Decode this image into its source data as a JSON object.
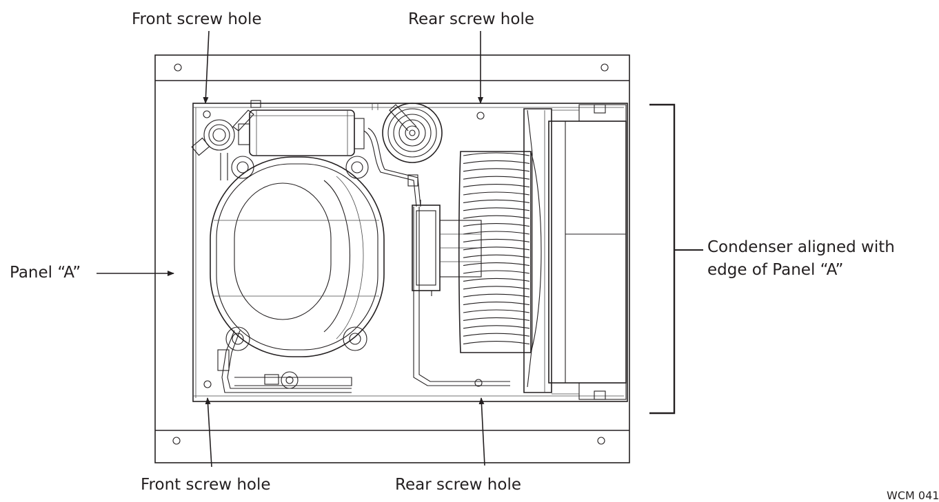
{
  "labels": {
    "front_top": "Front screw hole",
    "rear_top": "Rear screw hole",
    "front_bottom": "Front screw hole",
    "rear_bottom": "Rear screw hole",
    "panel": "Panel “A”",
    "condenser_line1": "Condenser aligned with",
    "condenser_line2": "edge of Panel “A”",
    "figure_code": "WCM 041"
  },
  "colors": {
    "ink": "#231f20",
    "background": "#ffffff"
  }
}
